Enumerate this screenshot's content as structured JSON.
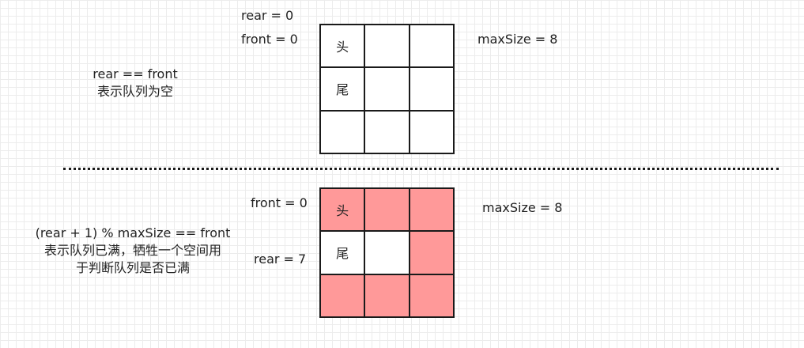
{
  "colors": {
    "filled_cell": "#ff9999",
    "empty_cell": "#ffffff",
    "border": "#1a1a1a"
  },
  "top": {
    "rear_label": "rear = 0",
    "front_label": "front = 0",
    "max_label": "maxSize = 8",
    "note_line1": "rear == front",
    "note_line2": "表示队列为空",
    "cells": [
      {
        "text": "头",
        "filled": false
      },
      {
        "text": "",
        "filled": false
      },
      {
        "text": "",
        "filled": false
      },
      {
        "text": "尾",
        "filled": false
      },
      {
        "text": "",
        "filled": false
      },
      {
        "text": "",
        "filled": false
      },
      {
        "text": "",
        "filled": false
      },
      {
        "text": "",
        "filled": false
      },
      {
        "text": "",
        "filled": false
      }
    ]
  },
  "bottom": {
    "front_label": "front = 0",
    "rear_label": "rear = 7",
    "max_label": "maxSize = 8",
    "note_line1": "(rear + 1) % maxSize == front",
    "note_line2": "表示队列已满，牺牲一个空间用",
    "note_line3": "于判断队列是否已满",
    "cells": [
      {
        "text": "头",
        "filled": true
      },
      {
        "text": "",
        "filled": true
      },
      {
        "text": "",
        "filled": true
      },
      {
        "text": "尾",
        "filled": false
      },
      {
        "text": "",
        "filled": false
      },
      {
        "text": "",
        "filled": true
      },
      {
        "text": "",
        "filled": true
      },
      {
        "text": "",
        "filled": true
      },
      {
        "text": "",
        "filled": true
      }
    ]
  }
}
